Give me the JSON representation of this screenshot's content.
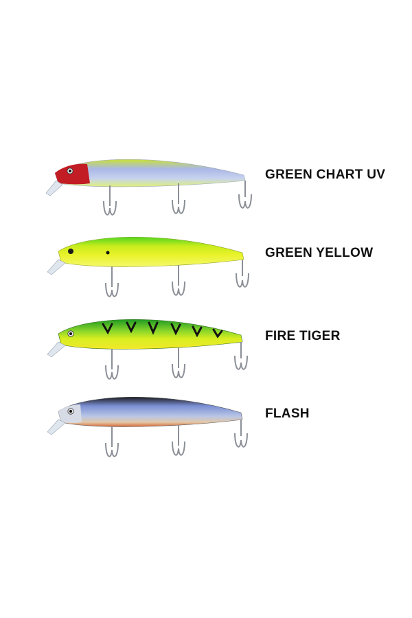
{
  "lures": [
    {
      "id": "green-chart-uv",
      "name": "GREEN CHART UV",
      "colors": {
        "back": "#c8e03a",
        "body": "#aab7e6",
        "belly": "#dff07a",
        "head": "#c21d24",
        "accent": "#7d8fd6"
      }
    },
    {
      "id": "green-yellow",
      "name": "GREEN YELLOW",
      "colors": {
        "back": "#4fd620",
        "body": "#e9f22a",
        "belly": "#f4f86a",
        "head": "#7fe21a",
        "accent": "#c8ec1c"
      }
    },
    {
      "id": "fire-tiger",
      "name": "FIRE TIGER",
      "colors": {
        "back": "#1f9a22",
        "body": "#d7ee21",
        "belly": "#f3e92a",
        "head": "#f0f23a",
        "accent": "#111111"
      }
    },
    {
      "id": "flash",
      "name": "FLASH",
      "colors": {
        "back": "#1b1b1f",
        "body": "#b9c6e6",
        "belly": "#d86a3a",
        "head": "#d6dbe6",
        "accent": "#7b8fd4"
      }
    }
  ]
}
